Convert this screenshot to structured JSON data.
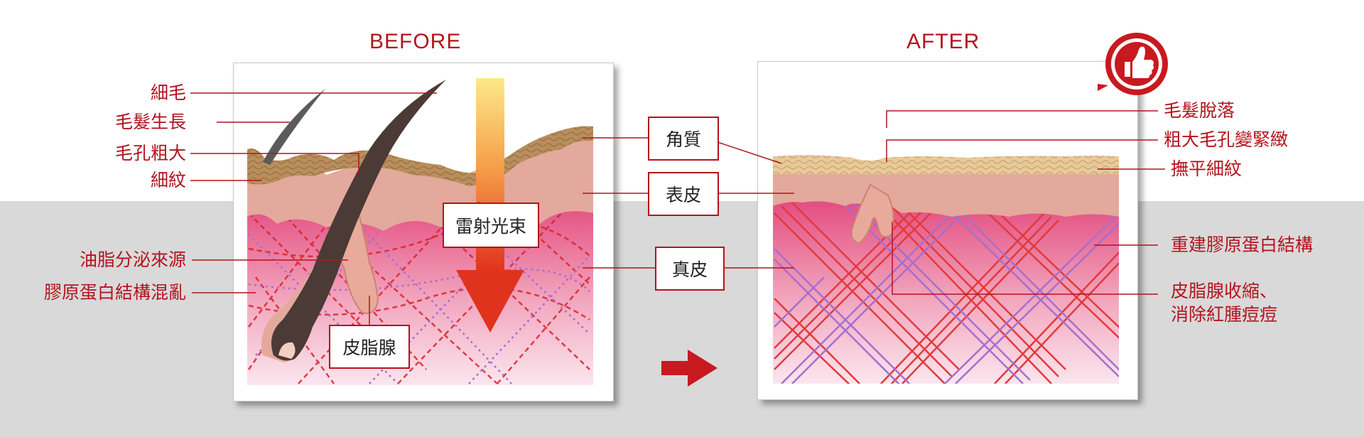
{
  "headings": {
    "before": "BEFORE",
    "after": "AFTER"
  },
  "before_labels": {
    "fine_hair": "細毛",
    "hair_growth": "毛髮生長",
    "large_pores": "毛孔粗大",
    "fine_lines": "細紋",
    "sebum_source": "油脂分泌來源",
    "collagen_disorder": "膠原蛋白結構混亂"
  },
  "center_labels": {
    "laser": "雷射光束",
    "sebaceous_gland": "皮脂腺",
    "stratum_corneum": "角質",
    "epidermis": "表皮",
    "dermis": "真皮"
  },
  "after_labels": {
    "hair_removal": "毛髮脫落",
    "pore_tightening": "粗大毛孔變緊緻",
    "smooth_lines": "撫平細紋",
    "collagen_rebuild": "重建膠原蛋白結構",
    "gland_shrink_line1": "皮脂腺收縮、",
    "gland_shrink_line2": "消除紅腫痘痘"
  },
  "icons": {
    "badge": "thumbs-up-icon",
    "arrow": "right-arrow-icon"
  },
  "colors": {
    "accent": "#b3141e",
    "background_band": "#d9d9d9",
    "skin_surface": "#b08a5a",
    "epidermis": "#e3a99c",
    "dermis": "#e46a8e"
  }
}
